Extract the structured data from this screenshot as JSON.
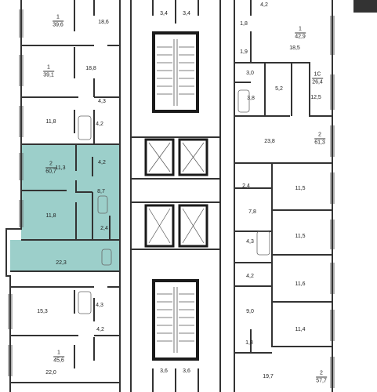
{
  "colors": {
    "selected_fill": "#9ccfca",
    "wall": "#333333",
    "stair": "#1a1a1a"
  },
  "apartments": [
    {
      "id": "apt-1-39-6",
      "number": "1",
      "area": "39,6"
    },
    {
      "id": "apt-1-39-1",
      "number": "1",
      "area": "39,1"
    },
    {
      "id": "apt-2-60-7",
      "number": "2",
      "area": "60,7"
    },
    {
      "id": "apt-1-45-6",
      "number": "1",
      "area": "45,6"
    },
    {
      "id": "apt-1-42-9",
      "number": "1",
      "area": "42,9"
    },
    {
      "id": "apt-1c-26-4",
      "number": "1С",
      "area": "26,4"
    },
    {
      "id": "apt-2-61-3",
      "number": "2",
      "area": "61,3"
    },
    {
      "id": "apt-2-57-7",
      "number": "2",
      "area": "57,7"
    }
  ],
  "rooms": [
    {
      "id": "r01",
      "area": "18,6"
    },
    {
      "id": "r02",
      "area": "18,8"
    },
    {
      "id": "r03",
      "area": "4,3"
    },
    {
      "id": "r04",
      "area": "11,8"
    },
    {
      "id": "r05",
      "area": "4,2"
    },
    {
      "id": "r06",
      "area": "11,3"
    },
    {
      "id": "r07",
      "area": "4,2"
    },
    {
      "id": "r08",
      "area": "8,7"
    },
    {
      "id": "r09",
      "area": "11,8"
    },
    {
      "id": "r10",
      "area": "2,4"
    },
    {
      "id": "r11",
      "area": "22,3"
    },
    {
      "id": "r12",
      "area": "15,3"
    },
    {
      "id": "r13",
      "area": "4,3"
    },
    {
      "id": "r14",
      "area": "4,2"
    },
    {
      "id": "r15",
      "area": "22,0"
    },
    {
      "id": "r16",
      "area": "3,4"
    },
    {
      "id": "r17",
      "area": "3,4"
    },
    {
      "id": "r18",
      "area": "3,6"
    },
    {
      "id": "r19",
      "area": "3,6"
    },
    {
      "id": "r20",
      "area": "4,2"
    },
    {
      "id": "r21",
      "area": "1,8"
    },
    {
      "id": "r22",
      "area": "18,5"
    },
    {
      "id": "r23",
      "area": "1,9"
    },
    {
      "id": "r24",
      "area": "3,0"
    },
    {
      "id": "r25",
      "area": "5,2"
    },
    {
      "id": "r26",
      "area": "3,8"
    },
    {
      "id": "r27",
      "area": "12,5"
    },
    {
      "id": "r28",
      "area": "23,8"
    },
    {
      "id": "r29",
      "area": "2,4"
    },
    {
      "id": "r30",
      "area": "11,5"
    },
    {
      "id": "r31",
      "area": "7,8"
    },
    {
      "id": "r32",
      "area": "11,5"
    },
    {
      "id": "r33",
      "area": "4,3"
    },
    {
      "id": "r34",
      "area": "4,2"
    },
    {
      "id": "r35",
      "area": "11,6"
    },
    {
      "id": "r36",
      "area": "9,0"
    },
    {
      "id": "r37",
      "area": "11,4"
    },
    {
      "id": "r38",
      "area": "1,8"
    },
    {
      "id": "r39",
      "area": "19,7"
    }
  ]
}
